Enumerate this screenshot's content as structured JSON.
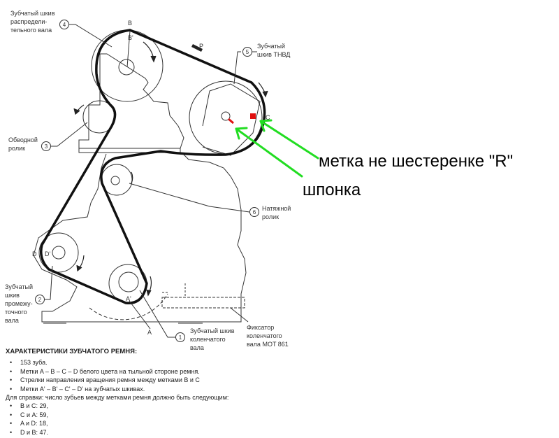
{
  "labels": {
    "cam_pulley": [
      "Зубчатый шкив",
      "распредели-",
      "тельного вала"
    ],
    "cam_num": "4",
    "pump_pulley": [
      "Зубчатый",
      "шкив ТНВД"
    ],
    "pump_num": "5",
    "idler": [
      "Обводной",
      "ролик"
    ],
    "idler_num": "3",
    "tensioner": [
      "Натяжной",
      "ролик"
    ],
    "tensioner_num": "6",
    "intermediate": [
      "Зубчатый",
      "шкив",
      "промежу-",
      "точного",
      "вала"
    ],
    "intermediate_num": "2",
    "crank": [
      "Зубчатый шкив",
      "коленчатого",
      "вала"
    ],
    "crank_num": "1",
    "lock_tool": [
      "Фиксатор",
      "коленчатого",
      "вала MOT 861"
    ],
    "mark_B": "B",
    "mark_B2": "B'",
    "mark_C": "C",
    "mark_D": "D",
    "mark_D2": "D'",
    "mark_A": "A",
    "mark_A2": "A'",
    "arrow_P": "P"
  },
  "annotations": {
    "gear_mark": "метка не шестеренке \"R\"",
    "key": "шпонка",
    "arrow_color": "#22dd22",
    "marker_color": "#e01010"
  },
  "notes": {
    "title": "ХАРАКТЕРИСТИКИ ЗУБЧАТОГО РЕМНЯ:",
    "items": [
      "153 зуба.",
      "Метки A – B – C – D белого цвета на тыльной стороне ремня.",
      "Стрелки направления вращения ремня между метками B и C",
      "Метки A' – B' – C' – D' на зубчатых шкивах."
    ],
    "reference": "Для справки: число зубьев между метками ремня должно быть следующим:",
    "teeth": [
      "B и C: 29,",
      "C и A: 59,",
      "A и D: 18,",
      "D и B: 47."
    ]
  }
}
